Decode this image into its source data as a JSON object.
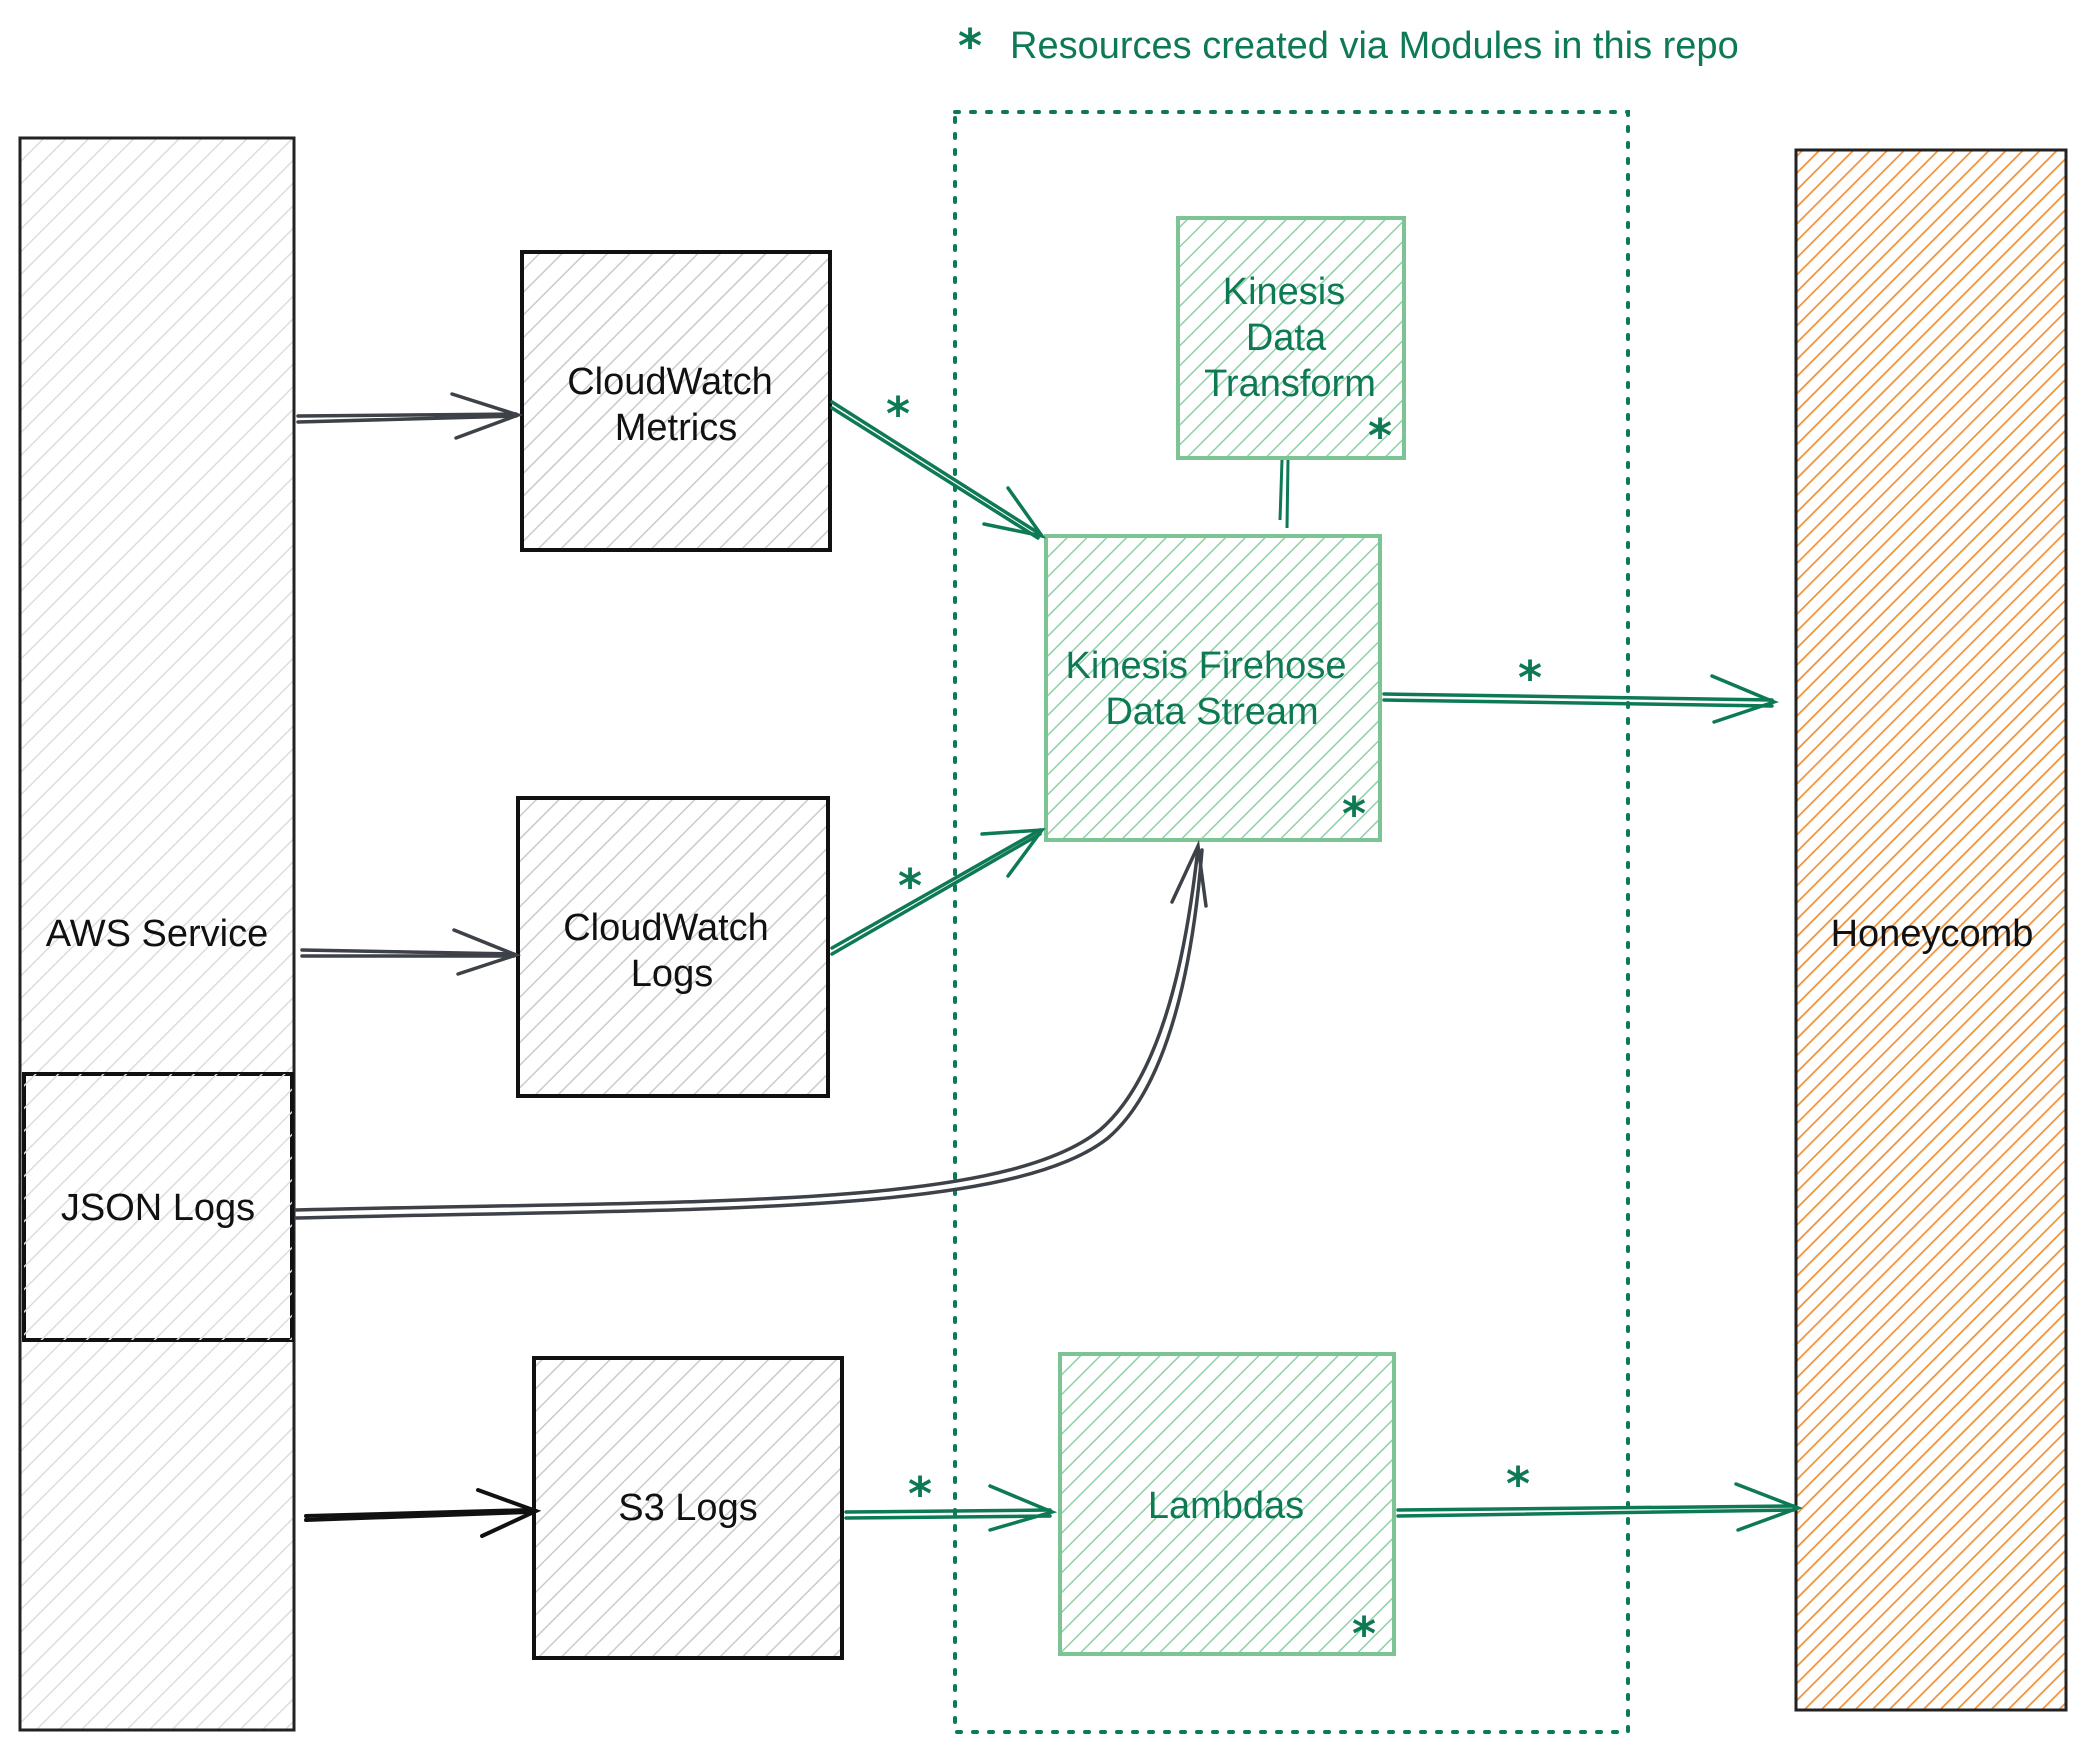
{
  "legend": {
    "symbol": "*",
    "text": "Resources created via Modules in this repo"
  },
  "nodes": {
    "aws_service": "AWS Service",
    "json_logs": "JSON Logs",
    "cloudwatch_metrics": [
      "CloudWatch",
      "Metrics"
    ],
    "cloudwatch_logs": [
      "CloudWatch",
      "Logs"
    ],
    "s3_logs": "S3 Logs",
    "kinesis_transform": [
      "Kinesis",
      "Data",
      "Transform"
    ],
    "kinesis_firehose": [
      "Kinesis Firehose",
      "Data Stream"
    ],
    "lambdas": "Lambdas",
    "honeycomb": "Honeycomb"
  },
  "marker": "*",
  "colors": {
    "green": "#0e7a55",
    "green_hatch": "#8fd1a6",
    "grey_hatch": "#c9cbd0",
    "orange": "#f0923a",
    "dark": "#111111",
    "arrow_dark": "#3d4148"
  }
}
